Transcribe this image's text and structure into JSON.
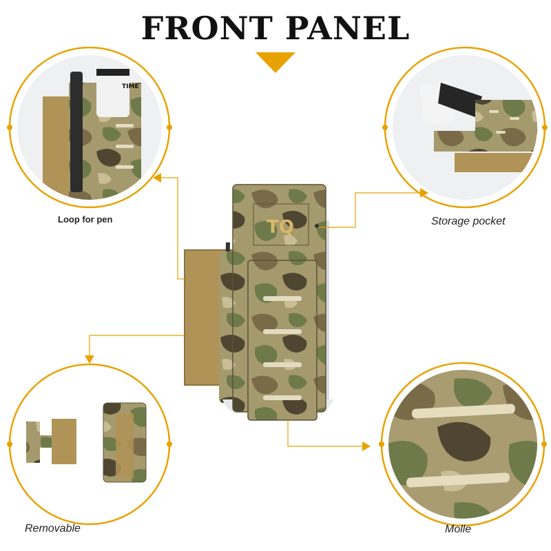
{
  "header": {
    "title": "FRONT PANEL"
  },
  "colors": {
    "accent": "#e8a200",
    "camo_light": "#a59a6d",
    "camo_mid": "#7a6b48",
    "camo_dark": "#4f4631",
    "camo_green": "#6e7a4a",
    "velcro": "#b09357"
  },
  "product": {
    "patch_text": "TQ",
    "tourniquet_brand": "TIME"
  },
  "callouts": {
    "top_left": {
      "label": "Loop for pen"
    },
    "top_right": {
      "label": "Storage pocket"
    },
    "bottom_left": {
      "label": "Removable"
    },
    "bottom_right": {
      "label": "Molle"
    }
  }
}
